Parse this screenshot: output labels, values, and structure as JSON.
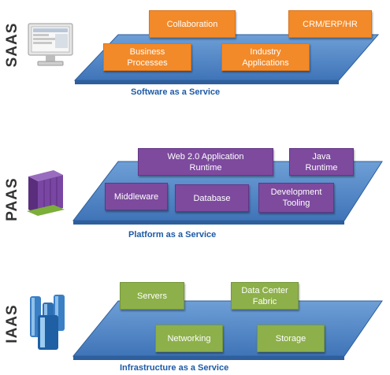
{
  "layers": {
    "saas": {
      "label": "SAAS",
      "caption": "Software as a Service",
      "boxes": [
        "Collaboration",
        "CRM/ERP/HR",
        "Business\nProcesses",
        "Industry\nApplications"
      ],
      "color": "#f28a2a",
      "icon": "monitor-icon"
    },
    "paas": {
      "label": "PAAS",
      "caption": "Platform as a Service",
      "boxes": [
        "Web 2.0 Application\nRuntime",
        "Java\nRuntime",
        "Middleware",
        "Database",
        "Development\nTooling"
      ],
      "color": "#7d4a9e",
      "icon": "server-rack-icon"
    },
    "iaas": {
      "label": "IAAS",
      "caption": "Infrastructure as a Service",
      "boxes": [
        "Servers",
        "Data Center\nFabric",
        "Networking",
        "Storage"
      ],
      "color": "#8db04a",
      "icon": "server-cluster-icon"
    }
  },
  "platform_color": "#4f86c6"
}
